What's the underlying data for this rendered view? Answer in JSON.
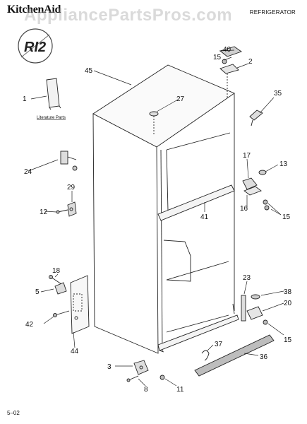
{
  "header": {
    "brand": "KitchenAid",
    "category": "REFRIGERATOR",
    "watermark": "AppliancePartsPros.com"
  },
  "badge": {
    "text": "RI2"
  },
  "literature": {
    "label": "Literature Parts"
  },
  "footer": {
    "code": "5–02"
  },
  "callouts": {
    "c1": "1",
    "c2": "2",
    "c3": "3",
    "c5": "5",
    "c8": "8",
    "c11": "11",
    "c12": "12",
    "c13": "13",
    "c15a": "15",
    "c15b": "15",
    "c15c": "15",
    "c16": "16",
    "c17": "17",
    "c18": "18",
    "c20": "20",
    "c23": "23",
    "c24": "24",
    "c27": "27",
    "c29": "29",
    "c35": "35",
    "c36": "36",
    "c37": "37",
    "c38": "38",
    "c40": "40",
    "c41": "41",
    "c42": "42",
    "c44": "44",
    "c45": "45"
  }
}
